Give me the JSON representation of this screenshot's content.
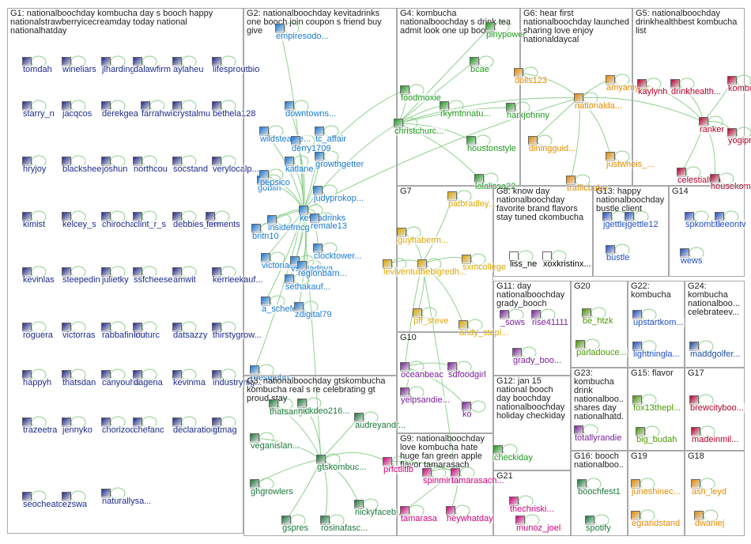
{
  "colors": {
    "g1": "#1f2a8c",
    "g2": "#1a7ad6",
    "g3": "#1a7a3a",
    "g4": "#1d9a1d",
    "g6": "#e68a00",
    "g5": "#b8002b",
    "g7": "#e0a800",
    "g9": "#d0007a",
    "g10": "#7a1f9a",
    "g20": "#4a9a00",
    "g22": "#1f4ec8",
    "g23": "#7a1f9a",
    "g24": "#1a4fa0",
    "edge": "#8fd08f"
  },
  "groups": [
    {
      "id": "G1",
      "title": "G1: nationalboochday kombucha day s booch happy nationalstrawberryicecreamday today national nationalhatday",
      "nodes": [
        "tomdah",
        "wineliars",
        "jlharding",
        "dalawfirm",
        "aylaheu",
        "lifesproutbio",
        "starry_n",
        "jacqcos",
        "derekgea",
        "farrahwil",
        "crystalmu",
        "bethela128",
        "hryjoy",
        "blackshee",
        "joshun",
        "northcou",
        "socstand",
        "verylocalp...",
        "kimist",
        "kelcey_s",
        "chirocha",
        "clint_r_s",
        "debbies_nw",
        "ferments",
        "kevinlas",
        "steepedin",
        "julietky",
        "ssfcheese",
        "amwit",
        "kerrieekauf...",
        "roguera",
        "victorras",
        "rabbafinefo",
        "louturc",
        "datsazzy",
        "thirstygrow...",
        "happyh",
        "thatsdan",
        "canyouha",
        "dagena",
        "kevinma",
        "industrynig...",
        "trazeetra",
        "jennyko",
        "chorizod",
        "chefanc",
        "declaration...",
        "gtmag",
        "seocheato",
        "ezswa",
        "naturallysa..."
      ]
    },
    {
      "id": "G2",
      "title": "G2: nationalboochday kevitadrinks one booch join coupon s friend buy give",
      "nodes": [
        "empiresodo...",
        "downtowns...",
        "wildsteame...",
        "derry1709",
        "tc_affair",
        "katlane",
        "growthgetter",
        "goblin",
        "pepsico",
        "judyprokop...",
        "kevitadrinks",
        "insidefmcg",
        "remale13",
        "britn10",
        "clocktower...",
        "victoriade...",
        "vsrajadnya",
        "sethakauf...",
        "regionbarn...",
        "a_schefer",
        "zdigital79",
        "reesejohn"
      ]
    },
    {
      "id": "G3",
      "title": "G3: nationalboochday gtskombucha kombucha real s re celebrating gt proud stay",
      "nodes": [
        "thatsangel...",
        "nickdeo216...",
        "audreyandr...",
        "veganislan...",
        "gtskombuc...",
        "ghgrowlers",
        "nickyfaceb...",
        "gspres",
        "rosinafasc..."
      ]
    },
    {
      "id": "G4",
      "title": "G4: kombucha nationalboochday s drink tea admit look one up booch",
      "nodes": [
        "pinypower",
        "bcae",
        "foodmoxie",
        "rkymtnnatu...",
        "harkjohnny",
        "christchurc...",
        "houstonstyle",
        "lolalissa22"
      ]
    },
    {
      "id": "G6",
      "title": "G6: hear first nationalboochday launched sharing love enjoy nationaldaycal",
      "nodes": [
        "dolls123",
        "nationalda...",
        "amyamytry...",
        "diningguid...",
        "justwhois_...",
        "trafficbabe"
      ]
    },
    {
      "id": "G5",
      "title": "G5: nationalboochday drinkhealthbest kombucha list",
      "nodes": [
        "kaylynh",
        "drinkhealth...",
        "kombucha...",
        "ranker",
        "yogiproduc...",
        "celestialtea",
        "housekom..."
      ]
    },
    {
      "id": "G7",
      "title": "G7",
      "nodes": [
        "patbradley...",
        "guyhaberm...",
        "leviventura_",
        "thebigredh...",
        "sxmcollege",
        "pff_steve",
        "andy_stapl..."
      ]
    },
    {
      "id": "G8",
      "title": "G8: know day nationalboochday favorite brand flavors stay tuned ckombucha",
      "nodes": [
        "liss_ne",
        "xoxkristinx..."
      ]
    },
    {
      "id": "G13",
      "title": "G13: happy nationalboochday bustle client",
      "nodes": [
        "jgettle",
        "jgettle12",
        "bustle"
      ]
    },
    {
      "id": "G14",
      "title": "G14",
      "nodes": [
        "spkombu",
        "tleeontv",
        "wews"
      ]
    },
    {
      "id": "G10",
      "title": "G10",
      "nodes": [
        "oceanbeac",
        "sdfoodgirl",
        "yelpsandie...",
        "ko"
      ]
    },
    {
      "id": "G11",
      "title": "G11: day nationalboochday grady_booch",
      "nodes": [
        "_sows",
        "rise41111",
        "grady_boo..."
      ]
    },
    {
      "id": "G12",
      "title": "G12: jan 15 national booch day boochday nationalboochday holiday checkiday",
      "nodes": [
        "checkiday"
      ]
    },
    {
      "id": "G9",
      "title": "G9: nationalboochday love kombucha hate huge fan green apple flavor tamarasach",
      "nodes": [
        "prfctlitlb",
        "spinmirror",
        "tamarasach...",
        "tamarasa",
        "heywhatday"
      ]
    },
    {
      "id": "G20",
      "title": "G20",
      "nodes": [
        "be_htzk",
        "parladouce..."
      ]
    },
    {
      "id": "G22",
      "title": "G22: kombucha",
      "nodes": [
        "upstartkom...",
        "lightningla..."
      ]
    },
    {
      "id": "G24",
      "title": "G24: kombucha nationalboo... celebrateev...",
      "nodes": [
        "maddgolfer..."
      ]
    },
    {
      "id": "G23",
      "title": "G23: kombucha drink nationalboo... shares day nationalhatd...",
      "nodes": [
        "totallyrandie"
      ]
    },
    {
      "id": "G15",
      "title": "G15: flavor",
      "nodes": [
        "fox13thepl...",
        "big_budah"
      ]
    },
    {
      "id": "G17",
      "title": "G17",
      "nodes": [
        "brewcityboo...",
        "madeinmil..."
      ]
    },
    {
      "id": "G21",
      "title": "G21",
      "nodes": [
        "thechriski...",
        "munoz_joel"
      ]
    },
    {
      "id": "G16",
      "title": "G16: booch nationalboo...",
      "nodes": [
        "boochfest1",
        "spotify"
      ]
    },
    {
      "id": "G19",
      "title": "G19",
      "nodes": [
        "juneshinec...",
        "egrandstand"
      ]
    },
    {
      "id": "G18",
      "title": "G18",
      "nodes": [
        "ash_leyd",
        "dwaniej"
      ]
    }
  ]
}
